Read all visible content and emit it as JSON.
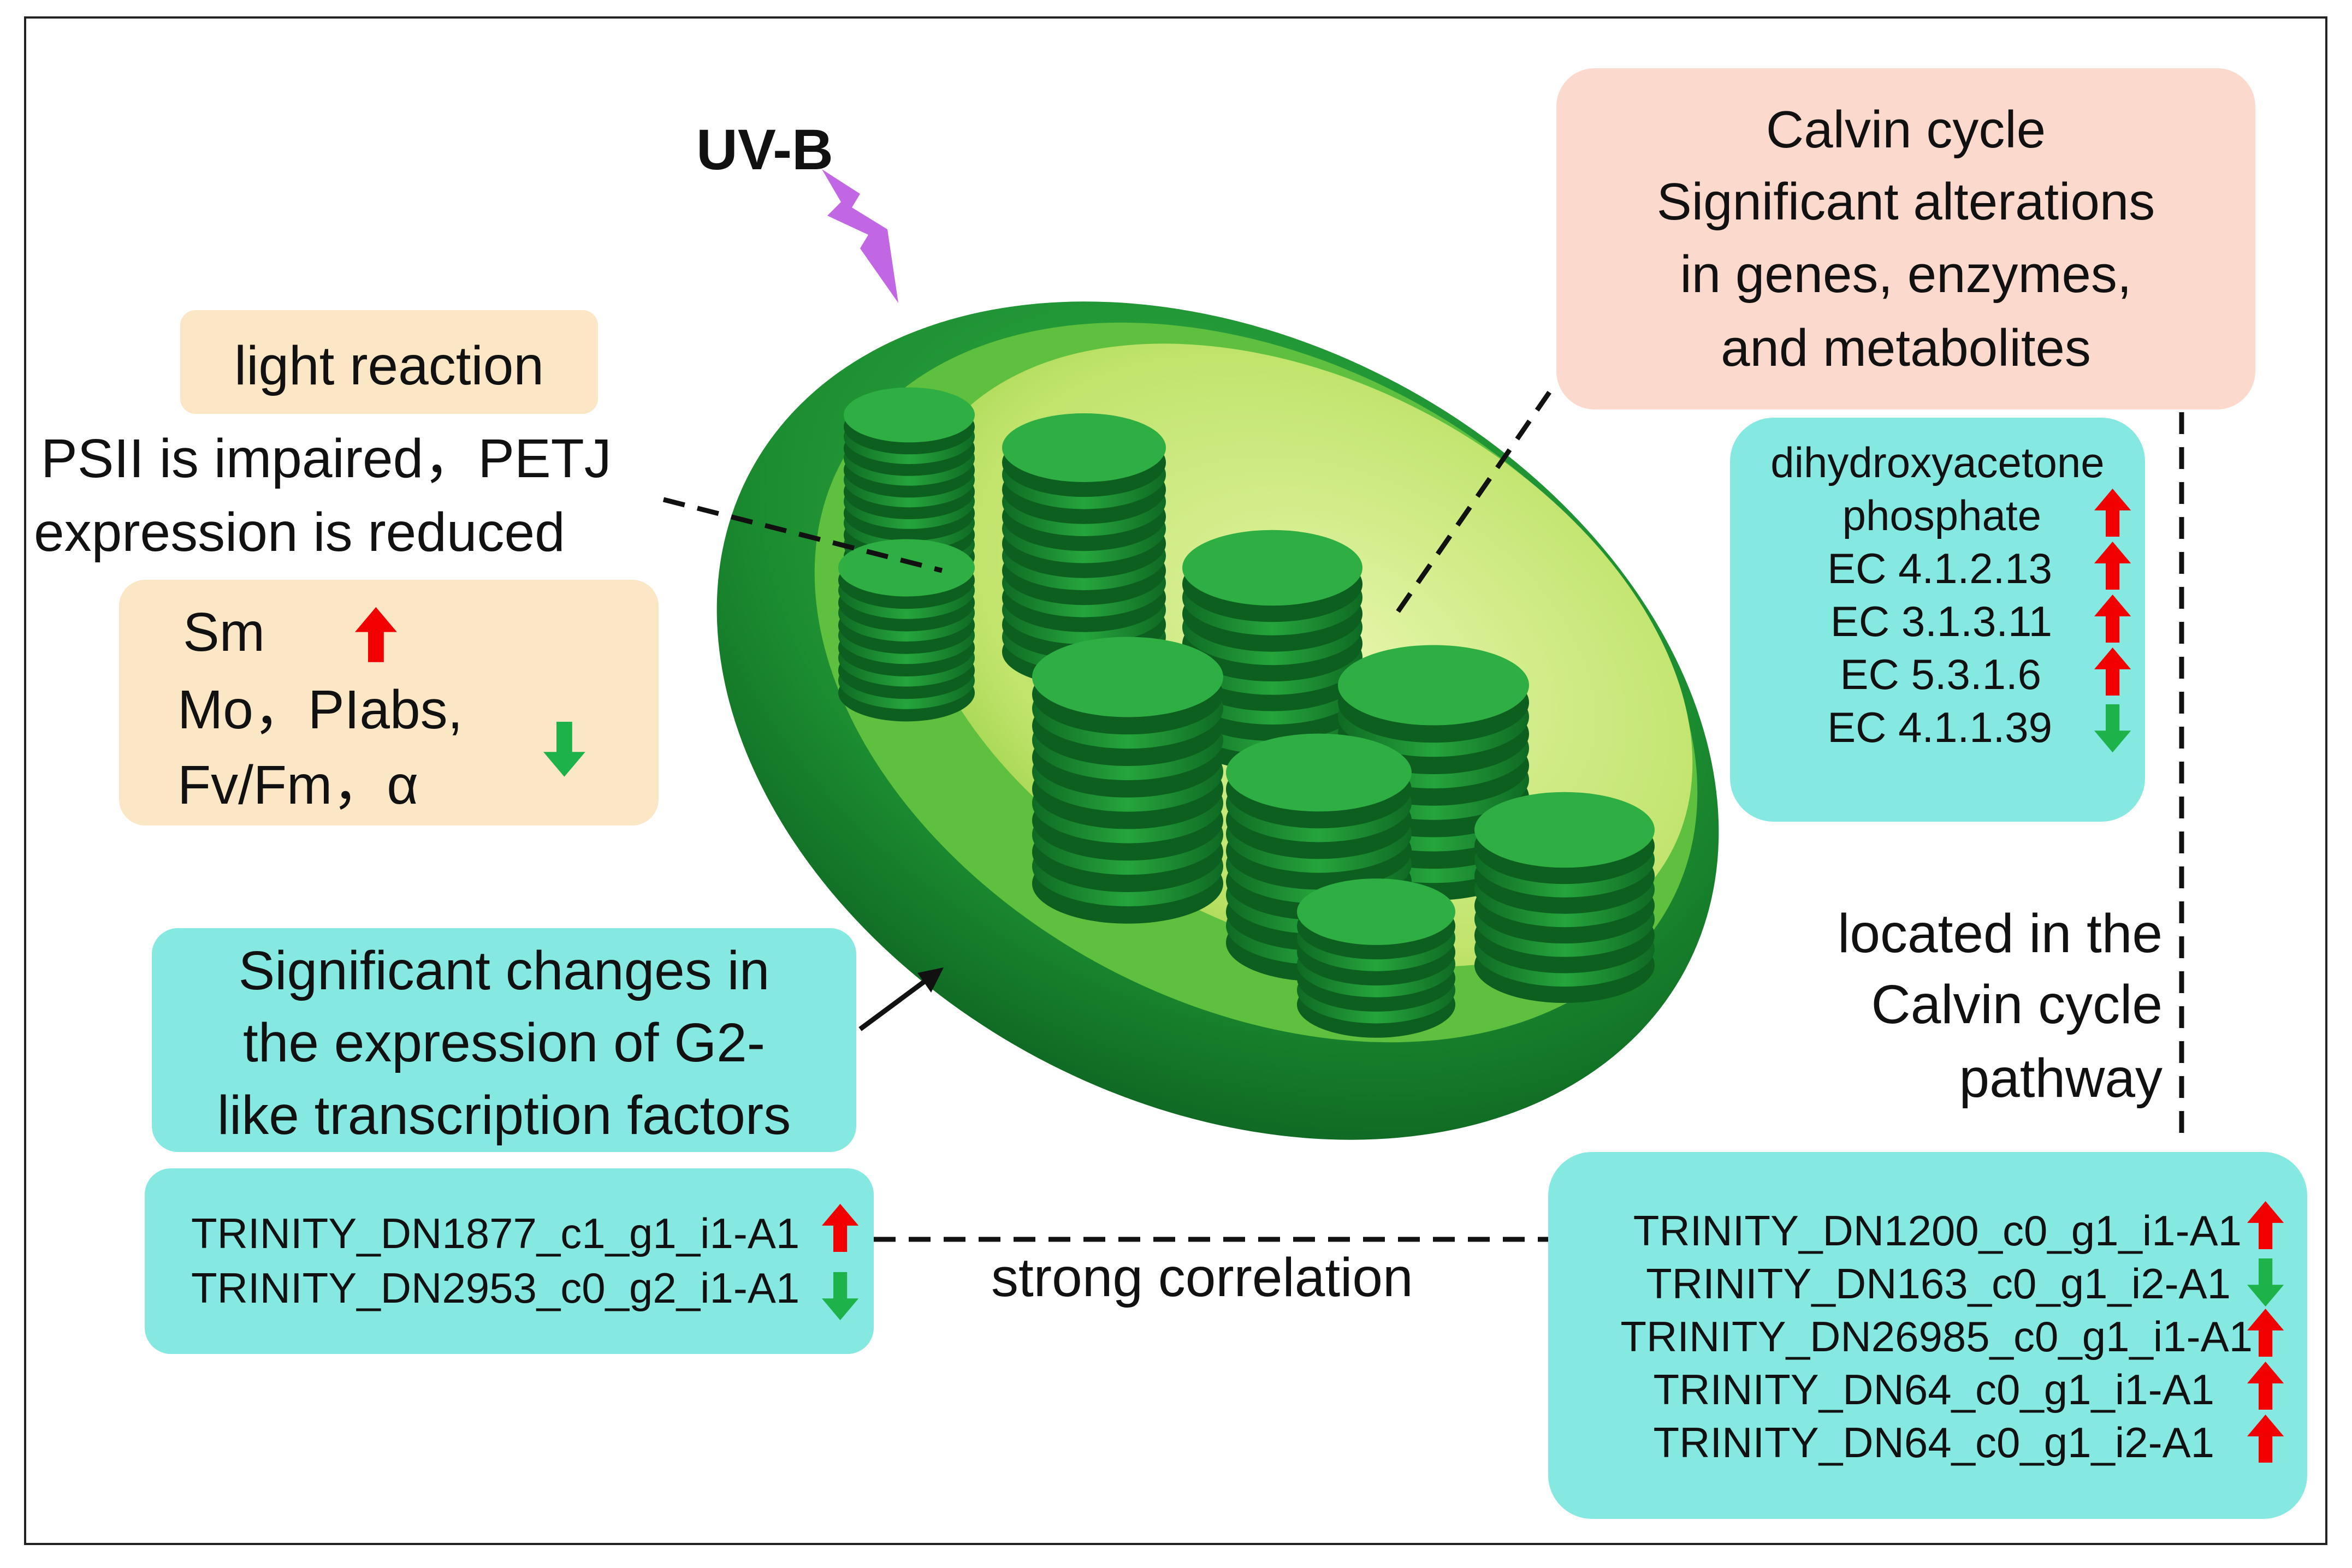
{
  "colors": {
    "cyan_box": "#85e9e1",
    "peach_box": "#fbe6c6",
    "salmon_box": "#fbd9cc",
    "arrow_up": "#f20000",
    "arrow_down": "#1db24a",
    "uv_bolt": "#c267e3",
    "chloroplast_dark": "#0c6b23",
    "chloroplast_mid": "#1f9a35",
    "chloroplast_light": "#9bd13a"
  },
  "uv": {
    "label": "UV-B",
    "icon": "lightning-bolt-icon"
  },
  "light_reaction": {
    "title": "light reaction",
    "description": [
      "PSII is impaired，PETJ",
      "expression is reduced"
    ],
    "params": [
      {
        "text": "Sm",
        "direction": "up"
      },
      {
        "text": "Mo，PIabs,",
        "direction": "down"
      },
      {
        "text": "Fv/Fm，α",
        "direction": ""
      }
    ]
  },
  "calvin": {
    "title_lines": [
      "Calvin cycle",
      "Significant alterations",
      "in genes, enzymes,",
      "and metabolites"
    ],
    "items": [
      {
        "text": "dihydroxyacetone",
        "direction": ""
      },
      {
        "text": "phosphate",
        "direction": "up"
      },
      {
        "text": "EC 4.1.2.13",
        "direction": "up"
      },
      {
        "text": "EC 3.1.3.11",
        "direction": "up"
      },
      {
        "text": "EC 5.3.1.6",
        "direction": "up"
      },
      {
        "text": "EC 4.1.1.39",
        "direction": "down"
      }
    ]
  },
  "g2": {
    "title_lines": [
      "Significant changes in",
      "the expression of G2-",
      "like transcription factors"
    ],
    "genes": [
      {
        "text": "TRINITY_DN1877_c1_g1_i1-A1",
        "direction": "up"
      },
      {
        "text": "TRINITY_DN2953_c0_g2_i1-A1",
        "direction": "down"
      }
    ]
  },
  "calvin_location": {
    "lines": [
      "located in the",
      "Calvin cycle",
      "pathway"
    ]
  },
  "correlation": {
    "label": "strong correlation"
  },
  "calvin_genes": [
    {
      "text": "TRINITY_DN1200_c0_g1_i1-A1",
      "direction": "up"
    },
    {
      "text": "TRINITY_DN163_c0_g1_i2-A1",
      "direction": "down"
    },
    {
      "text": "TRINITY_DN26985_c0_g1_i1-A1",
      "direction": "up"
    },
    {
      "text": "TRINITY_DN64_c0_g1_i1-A1",
      "direction": "up"
    },
    {
      "text": "TRINITY_DN64_c0_g1_i2-A1",
      "direction": "up"
    }
  ]
}
